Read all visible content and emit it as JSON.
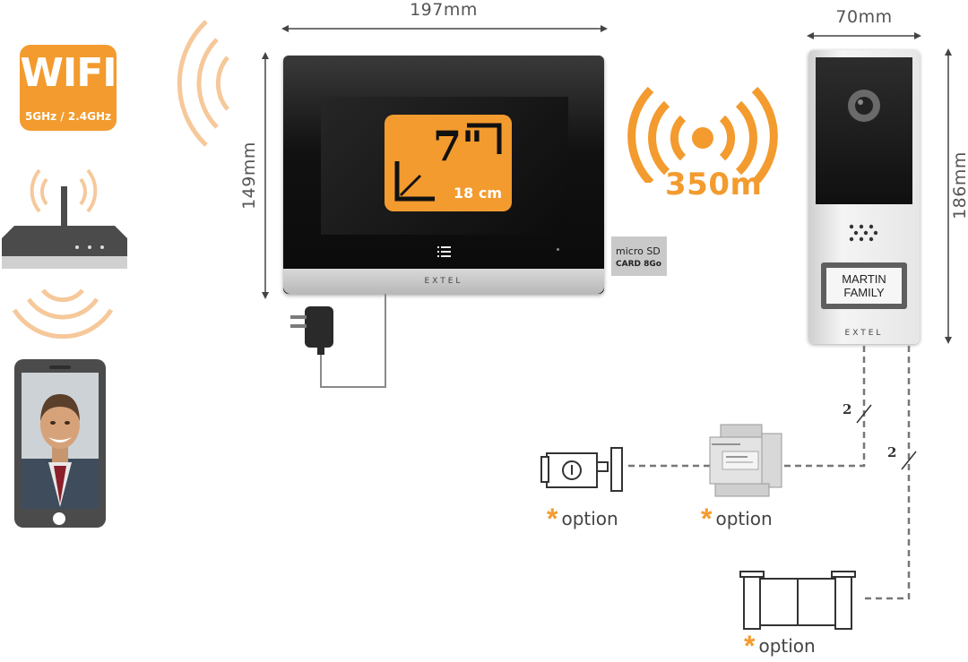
{
  "wifi": {
    "label": "WIFI",
    "bands": "5GHz / 2.4GHz"
  },
  "monitor": {
    "width": "197mm",
    "height": "149mm",
    "brand": "EXTEL",
    "screen_size": "7\"",
    "screen_size_cm": "18 cm"
  },
  "sd_card": {
    "line1": "micro SD",
    "line2": "CARD 8Go"
  },
  "range": {
    "value": "350m"
  },
  "door_panel": {
    "width": "70mm",
    "height": "186mm",
    "brand": "EXTEL",
    "nameplate_line1": "MARTIN",
    "nameplate_line2": "FAMILY"
  },
  "wiring": {
    "panel_to_transformer": "2",
    "panel_to_gate": "2"
  },
  "options": {
    "lock": "option",
    "transformer": "option",
    "gate": "option"
  },
  "colors": {
    "accent": "#f39b2e",
    "wave": "#f6c89a",
    "device_dark": "#4b4b4b"
  }
}
